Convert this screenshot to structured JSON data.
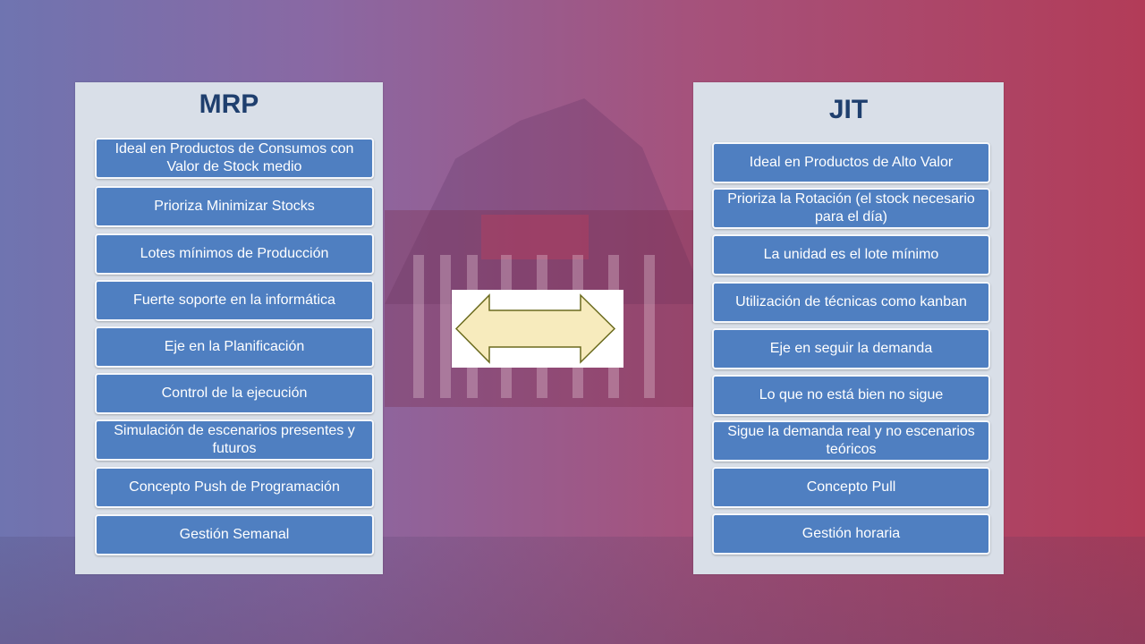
{
  "mrp": {
    "title": "MRP",
    "items": [
      "Ideal en Productos de Consumos con Valor de Stock medio",
      "Prioriza Minimizar Stocks",
      "Lotes mínimos de Producción",
      "Fuerte soporte en la informática",
      "Eje en la Planificación",
      "Control de la ejecución",
      "Simulación de escenarios presentes y futuros",
      "Concepto Push de Programación",
      "Gestión Semanal"
    ]
  },
  "jit": {
    "title": "JIT",
    "items": [
      "Ideal en Productos de Alto Valor",
      "Prioriza la Rotación (el stock necesario para el día)",
      "La unidad es el lote mínimo",
      "Utilización de técnicas  como kanban",
      "Eje en seguir la demanda",
      "Lo que no está bien no sigue",
      "Sigue la demanda real y no escenarios teóricos",
      "Concepto Pull",
      "Gestión horaria"
    ]
  },
  "colors": {
    "item_fill": "#4f7fc1",
    "title_text": "#1f3f6e",
    "panel_bg": "#d9dfe8",
    "arrow_fill": "#f7ebbd",
    "arrow_stroke": "#6b6b1e"
  },
  "icons": {
    "arrow": "double-arrow-icon"
  }
}
